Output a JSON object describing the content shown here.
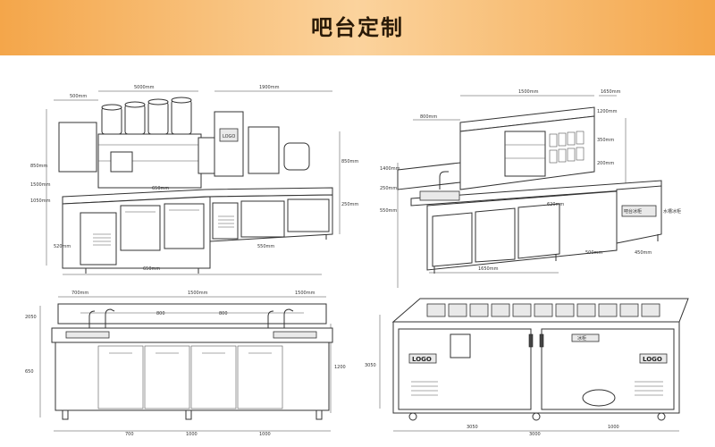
{
  "title": "吧台定制",
  "colors": {
    "banner_start": "#f4a64a",
    "banner_mid": "#fbd39d",
    "line": "#333333"
  },
  "panel1": {
    "dims": [
      "5000mm",
      "500mm",
      "1900mm",
      "850mm",
      "1500mm",
      "1050mm",
      "850mm",
      "250mm",
      "520mm",
      "650mm",
      "550mm",
      "650mm"
    ],
    "plate": "LOGO"
  },
  "panel2": {
    "dims": [
      "1500mm",
      "1650mm",
      "800mm",
      "1200mm",
      "350mm",
      "200mm",
      "1400mm",
      "250mm",
      "550mm",
      "1650mm",
      "500mm",
      "450mm",
      "620mm"
    ],
    "plate": "吧台冰柜",
    "note": "水槽冰柜"
  },
  "panel3": {
    "dims": [
      "700mm",
      "1500mm",
      "1500mm",
      "800",
      "800",
      "2050",
      "650",
      "1200",
      "700",
      "1000",
      "1000"
    ]
  },
  "panel4": {
    "plates": [
      "LOGO",
      "冰柜",
      "LOGO"
    ],
    "dims": [
      "3050",
      "3050",
      "3000",
      "1000"
    ]
  }
}
